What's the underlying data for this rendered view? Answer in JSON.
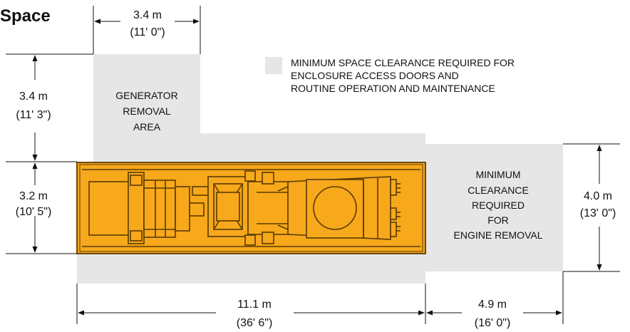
{
  "title": "Space",
  "legend": {
    "color": "#e6e6e6",
    "lines": [
      "MINIMUM SPACE CLEARANCE REQUIRED FOR",
      "ENCLOSURE ACCESS DOORS AND",
      "ROUTINE OPERATION AND MAINTENANCE"
    ]
  },
  "areas": {
    "generator_removal": [
      "GENERATOR",
      "REMOVAL",
      "AREA"
    ],
    "engine_removal": [
      "MINIMUM",
      "CLEARANCE",
      "REQUIRED",
      "FOR",
      "ENGINE REMOVAL"
    ]
  },
  "dimensions": {
    "top_width": {
      "metric": "3.4 m",
      "imperial": "(11' 0\")"
    },
    "left_upper": {
      "metric": "3.4 m",
      "imperial": "(11' 3\")"
    },
    "left_lower": {
      "metric": "3.2 m",
      "imperial": "(10' 5\")"
    },
    "bottom_main": {
      "metric": "11.1 m",
      "imperial": "(36' 6\")"
    },
    "bottom_right": {
      "metric": "4.9 m",
      "imperial": "(16' 0\")"
    },
    "right_height": {
      "metric": "4.0 m",
      "imperial": "(13' 0\")"
    }
  },
  "colors": {
    "clearance": "#e6e6e6",
    "generator_set": "#f7a81b",
    "generator_set_dark": "#5a3b00"
  },
  "icons": {
    "generator_set": "generator-set-drawing"
  }
}
